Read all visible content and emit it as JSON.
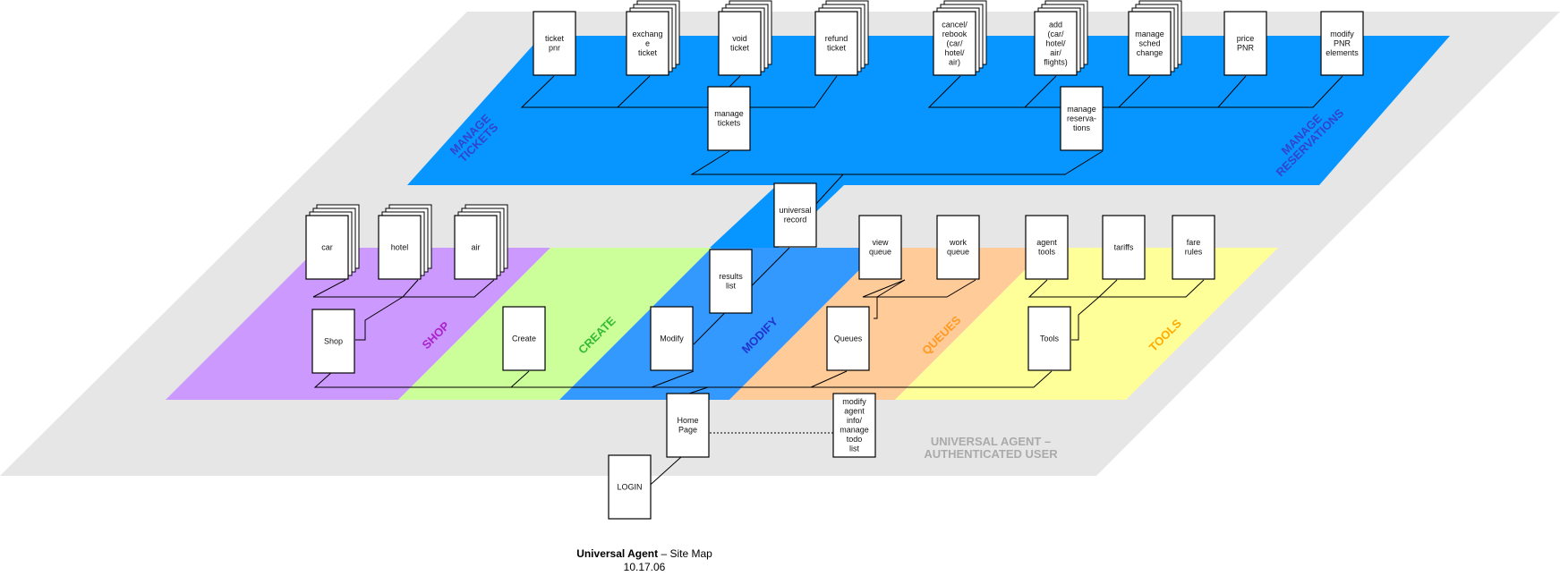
{
  "diagram": {
    "title_bold": "Universal Agent",
    "title_rest": " – Site Map",
    "date": "10.17.06",
    "colors": {
      "platform": "#e6e6e6",
      "manage_band": "#0796ff",
      "shop": "#cc99ff",
      "create": "#ccff99",
      "modify": "#3399ff",
      "queues": "#ffcc99",
      "tools": "#ffff99"
    },
    "plane_labels": [
      {
        "id": "manage-tickets",
        "lines": [
          "MANAGE",
          "TICKETS"
        ],
        "color": "#3344cc"
      },
      {
        "id": "manage-reservations",
        "lines": [
          "MANAGE",
          "RESERVATIONS"
        ],
        "color": "#3344cc"
      },
      {
        "id": "shop",
        "lines": [
          "SHOP"
        ],
        "color": "#aa22cc"
      },
      {
        "id": "create",
        "lines": [
          "CREATE"
        ],
        "color": "#33bb33"
      },
      {
        "id": "modify",
        "lines": [
          "MODIFY"
        ],
        "color": "#2233cc"
      },
      {
        "id": "queues",
        "lines": [
          "QUEUES"
        ],
        "color": "#ff9922"
      },
      {
        "id": "tools",
        "lines": [
          "TOOLS"
        ],
        "color": "#ffaa00"
      },
      {
        "id": "authenticated-user",
        "lines": [
          "UNIVERSAL AGENT –",
          "AUTHENTICATED USER"
        ],
        "color": "#aaaaaa"
      }
    ],
    "nodes": [
      {
        "id": "ticket-pnr",
        "lines": [
          "ticket",
          "pnr"
        ],
        "stack": false
      },
      {
        "id": "exchange-ticket",
        "lines": [
          "exchang",
          "e",
          "ticket"
        ],
        "stack": true
      },
      {
        "id": "void-ticket",
        "lines": [
          "void",
          "ticket"
        ],
        "stack": true
      },
      {
        "id": "refund-ticket",
        "lines": [
          "refund",
          "ticket"
        ],
        "stack": true
      },
      {
        "id": "cancel-rebook",
        "lines": [
          "cancel/",
          "rebook",
          "(car/",
          "hotel/",
          "air)"
        ],
        "stack": true
      },
      {
        "id": "add-car-hotel-air-flights",
        "lines": [
          "add",
          "(car/",
          "hotel/",
          "air/",
          "flights)"
        ],
        "stack": true
      },
      {
        "id": "manage-sched-change",
        "lines": [
          "manage",
          "sched",
          "change"
        ],
        "stack": true
      },
      {
        "id": "price-pnr",
        "lines": [
          "price",
          "PNR"
        ],
        "stack": false
      },
      {
        "id": "modify-pnr-elements",
        "lines": [
          "modify",
          "PNR",
          "elements"
        ],
        "stack": false
      },
      {
        "id": "manage-tickets",
        "lines": [
          "manage",
          "tickets"
        ],
        "stack": false
      },
      {
        "id": "manage-reservations",
        "lines": [
          "manage",
          "reserva-",
          "tions"
        ],
        "stack": false
      },
      {
        "id": "universal-record",
        "lines": [
          "universal",
          "record"
        ],
        "stack": false
      },
      {
        "id": "car",
        "lines": [
          "car"
        ],
        "stack": true
      },
      {
        "id": "hotel",
        "lines": [
          "hotel"
        ],
        "stack": true
      },
      {
        "id": "air",
        "lines": [
          "air"
        ],
        "stack": true
      },
      {
        "id": "view-queue",
        "lines": [
          "view",
          "queue"
        ],
        "stack": false
      },
      {
        "id": "work-queue",
        "lines": [
          "work",
          "queue"
        ],
        "stack": false
      },
      {
        "id": "agent-tools",
        "lines": [
          "agent",
          "tools"
        ],
        "stack": false
      },
      {
        "id": "tariffs",
        "lines": [
          "tariffs"
        ],
        "stack": false
      },
      {
        "id": "fare-rules",
        "lines": [
          "fare",
          "rules"
        ],
        "stack": false
      },
      {
        "id": "results-list",
        "lines": [
          "results",
          "list"
        ],
        "stack": false
      },
      {
        "id": "shop",
        "lines": [
          "Shop"
        ],
        "stack": false
      },
      {
        "id": "create",
        "lines": [
          "Create"
        ],
        "stack": false
      },
      {
        "id": "modify",
        "lines": [
          "Modify"
        ],
        "stack": false
      },
      {
        "id": "queues",
        "lines": [
          "Queues"
        ],
        "stack": false
      },
      {
        "id": "tools",
        "lines": [
          "Tools"
        ],
        "stack": false
      },
      {
        "id": "home-page",
        "lines": [
          "Home",
          "Page"
        ],
        "stack": false
      },
      {
        "id": "modify-agent-info",
        "lines": [
          "modify",
          "agent",
          "info/",
          "manage",
          "todo",
          "list"
        ],
        "stack": false
      },
      {
        "id": "login",
        "lines": [
          "LOGIN"
        ],
        "stack": false
      }
    ]
  }
}
